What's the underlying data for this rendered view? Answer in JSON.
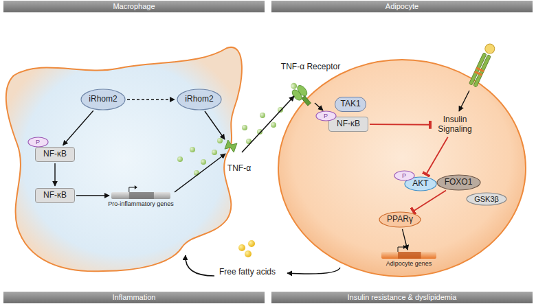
{
  "diagram": {
    "nodes": [
      {
        "text": [
          "Macrophage"
        ]
      },
      {
        "text": [
          "Adipocyte"
        ]
      },
      {
        "text": [
          "iRhom2"
        ]
      },
      {
        "text": [
          "iRhom2"
        ]
      },
      {
        "text": [
          "P"
        ]
      },
      {
        "text": [
          "NF-κB"
        ]
      },
      {
        "text": [
          "NF-κB"
        ]
      },
      {
        "text": [
          "Pro-inflammatory genes"
        ]
      },
      {
        "text": [
          "TAK1"
        ]
      },
      {
        "text": [
          "P"
        ]
      },
      {
        "text": [
          "NF-κB"
        ]
      },
      {
        "text": [
          "Insulin Signaling"
        ]
      },
      {
        "text": [
          "P"
        ]
      },
      {
        "text": [
          "AKT"
        ]
      },
      {
        "text": [
          "FOXO1"
        ]
      },
      {
        "text": [
          "GSK3β"
        ]
      },
      {
        "text": [
          "PPARγ"
        ]
      },
      {
        "text": [
          "Adipocyte genes"
        ]
      },
      {
        "text": [
          "Free fatty acids"
        ]
      },
      {
        "text": [
          "Inflammation"
        ]
      },
      {
        "text": [
          "Insulin resistance & dyslipidemia"
        ]
      }
    ],
    "edges": [
      {
        "from": 2,
        "to": 3,
        "arrow": "to"
      },
      {
        "from": 2,
        "to": 5,
        "arrow": "to"
      },
      {
        "from": 5,
        "to": 6,
        "arrow": "to"
      },
      {
        "from": 6,
        "to": 7,
        "arrow": "to"
      },
      {
        "from": 10,
        "to": 11,
        "arrow": "to"
      },
      {
        "from": 11,
        "to": 13,
        "arrow": "to"
      },
      {
        "from": 14,
        "to": 16,
        "arrow": "to"
      },
      {
        "from": 16,
        "to": 17,
        "arrow": "to"
      }
    ],
    "labels": [
      "TNF-α Receptor",
      "TNF-α"
    ]
  }
}
